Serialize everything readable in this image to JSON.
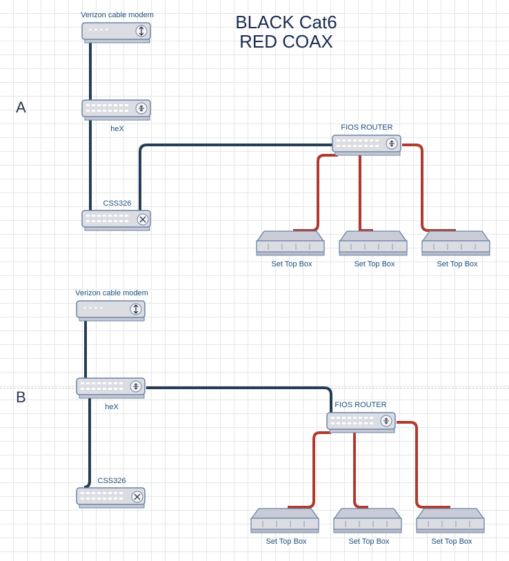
{
  "legend": {
    "line1": "BLACK Cat6",
    "line2": "RED COAX"
  },
  "diagram_a": {
    "section_label": "A",
    "modem_label": "Verizon cable modem",
    "hex_label": "heX",
    "switch_label": "CSS326",
    "router_label": "FIOS ROUTER",
    "stb_labels": [
      "Set Top Box",
      "Set Top Box",
      "Set Top Box"
    ]
  },
  "diagram_b": {
    "section_label": "B",
    "modem_label": "Verizon cable modem",
    "hex_label": "heX",
    "switch_label": "CSS326",
    "router_label": "FIOS ROUTER",
    "stb_labels": [
      "Set Top Box",
      "Set Top Box",
      "Set Top Box"
    ]
  },
  "colors": {
    "cat6": "#243d52",
    "coax": "#b03a2e",
    "device_fill": "#dcdde2",
    "device_stroke": "#6a83a8"
  }
}
